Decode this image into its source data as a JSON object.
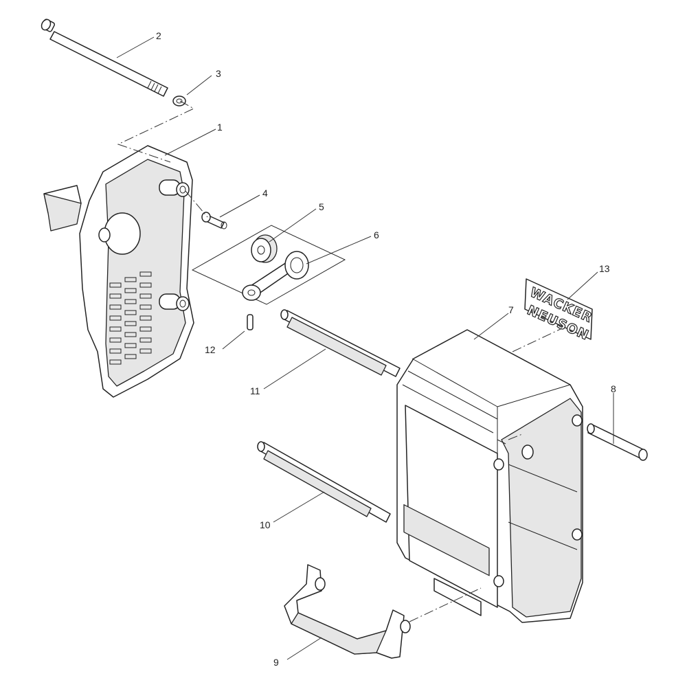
{
  "diagram": {
    "callouts": [
      {
        "id": "1",
        "label": "1"
      },
      {
        "id": "2",
        "label": "2"
      },
      {
        "id": "3",
        "label": "3"
      },
      {
        "id": "4",
        "label": "4"
      },
      {
        "id": "5",
        "label": "5"
      },
      {
        "id": "6",
        "label": "6"
      },
      {
        "id": "7",
        "label": "7"
      },
      {
        "id": "8",
        "label": "8"
      },
      {
        "id": "9",
        "label": "9"
      },
      {
        "id": "10",
        "label": "10"
      },
      {
        "id": "11",
        "label": "11"
      },
      {
        "id": "12",
        "label": "12"
      },
      {
        "id": "13",
        "label": "13"
      }
    ],
    "logo": {
      "line1": "WACKER",
      "line2": "NEUSON"
    }
  }
}
